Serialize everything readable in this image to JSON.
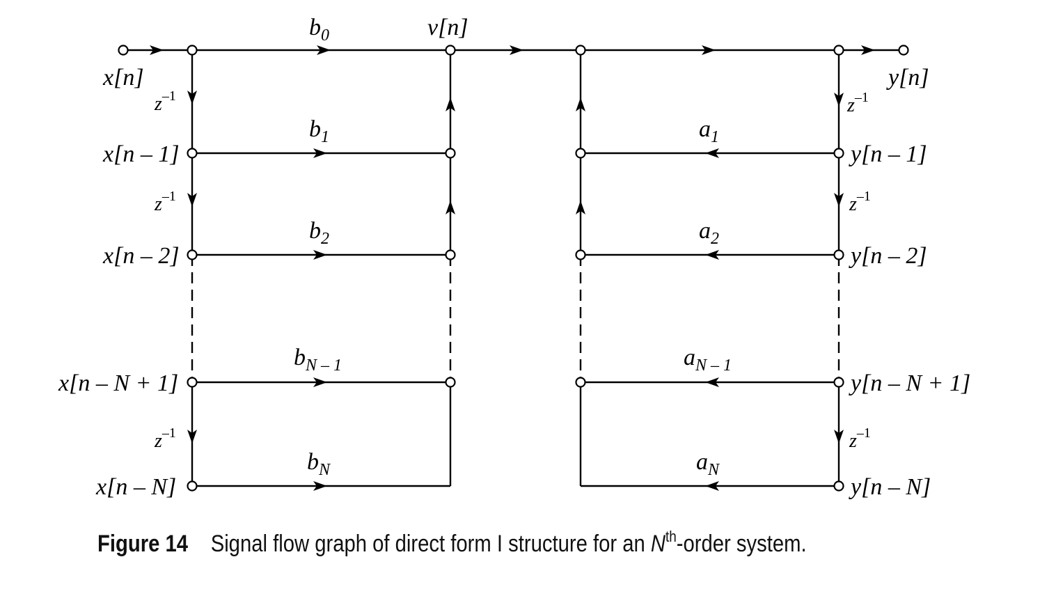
{
  "figure": {
    "number_label": "Figure 14",
    "caption_before": "Signal flow graph of direct form I structure for an ",
    "caption_var": "N",
    "caption_sup": "th",
    "caption_after": "-order system."
  },
  "inputs": {
    "x_n": "x[n]",
    "x_n1": "x[n – 1]",
    "x_n2": "x[n – 2]",
    "x_nN1": "x[n – N + 1]",
    "x_nN": "x[n – N]"
  },
  "outputs": {
    "y_n": "y[n]",
    "y_n1": "y[n – 1]",
    "y_n2": "y[n – 2]",
    "y_nN1": "y[n – N + 1]",
    "y_nN": "y[n – N]"
  },
  "intermediate": {
    "v_n": "v[n]"
  },
  "feedforward": {
    "b0": {
      "base": "b",
      "sub": "0"
    },
    "b1": {
      "base": "b",
      "sub": "1"
    },
    "b2": {
      "base": "b",
      "sub": "2"
    },
    "bN1": {
      "base": "b",
      "sub": "N – 1"
    },
    "bN": {
      "base": "b",
      "sub": "N"
    }
  },
  "feedback": {
    "a1": {
      "base": "a",
      "sub": "1"
    },
    "a2": {
      "base": "a",
      "sub": "2"
    },
    "aN1": {
      "base": "a",
      "sub": "N – 1"
    },
    "aN": {
      "base": "a",
      "sub": "N"
    }
  },
  "delay": {
    "base": "z",
    "sup": "–1"
  }
}
